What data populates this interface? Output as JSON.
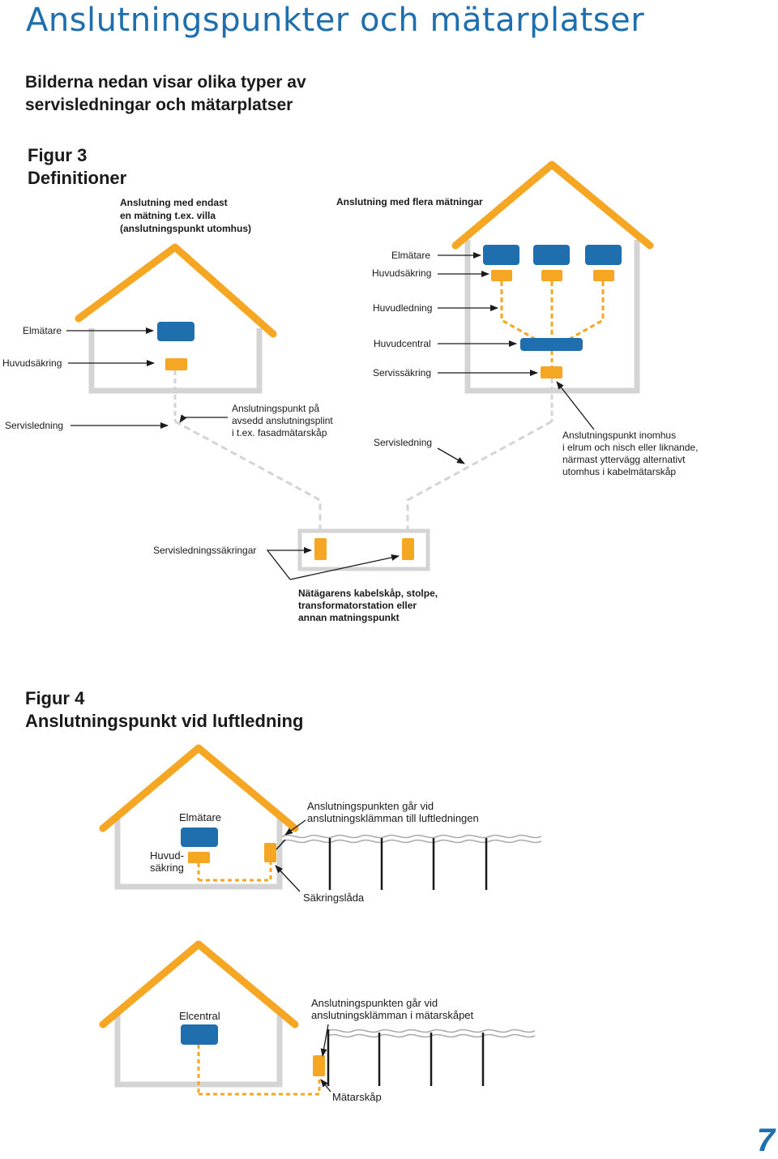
{
  "page": {
    "title": "Anslutningspunkter och mätarplatser",
    "intro": "Bilderna nedan visar olika typer av servisledningar och mätarplatser",
    "page_number": "7"
  },
  "colors": {
    "blue": "#1f6fae",
    "orange": "#f5a623",
    "grey": "#d4d4d4",
    "dark": "#1a1a1a"
  },
  "figure3": {
    "heading_line1": "Figur 3",
    "heading_line2": "Definitioner",
    "left": {
      "caption": "Anslutning med endast\nen mätning t.ex. villa\n(anslutningspunkt utomhus)",
      "elmatare": "Elmätare",
      "huvudsakring": "Huvudsäkring",
      "servisledning": "Servisledning",
      "anslutningspunkt": "Anslutningspunkt på\navsedd anslutningsplint\ni t.ex. fasadmätarskåp"
    },
    "right": {
      "caption": "Anslutning med flera mätningar",
      "elmatare": "Elmätare",
      "huvudsakring": "Huvudsäkring",
      "huvudledning": "Huvudledning",
      "huvudcentral": "Huvudcentral",
      "servissakring": "Servissäkring",
      "servisledning": "Servisledning",
      "anslutningspunkt": "Anslutningspunkt inomhus\ni elrum och nisch eller liknande,\nnärmast yttervägg alternativt\nutomhus i kabelmätarskåp"
    },
    "bottom": {
      "servisledningssakringar": "Servisledningssäkringar",
      "natagaren": "Nätägarens kabelskåp, stolpe,\ntransformatorstation eller\nannan matningspunkt"
    }
  },
  "figure4": {
    "heading_line1": "Figur 4",
    "heading_line2": "Anslutningspunkt vid luftledning",
    "house1": {
      "elmatare": "Elmätare",
      "huvudsakring": "Huvud-\nsäkring",
      "anslutningspunkt": "Anslutningspunkten går vid\nanslutningsklämman till luftledningen",
      "sakringslada": "Säkringslåda"
    },
    "house2": {
      "elcentral": "Elcentral",
      "anslutningspunkt": "Anslutningspunkten går vid\nanslutningsklämman i mätarskåpet",
      "matarskap": "Mätarskåp"
    }
  }
}
